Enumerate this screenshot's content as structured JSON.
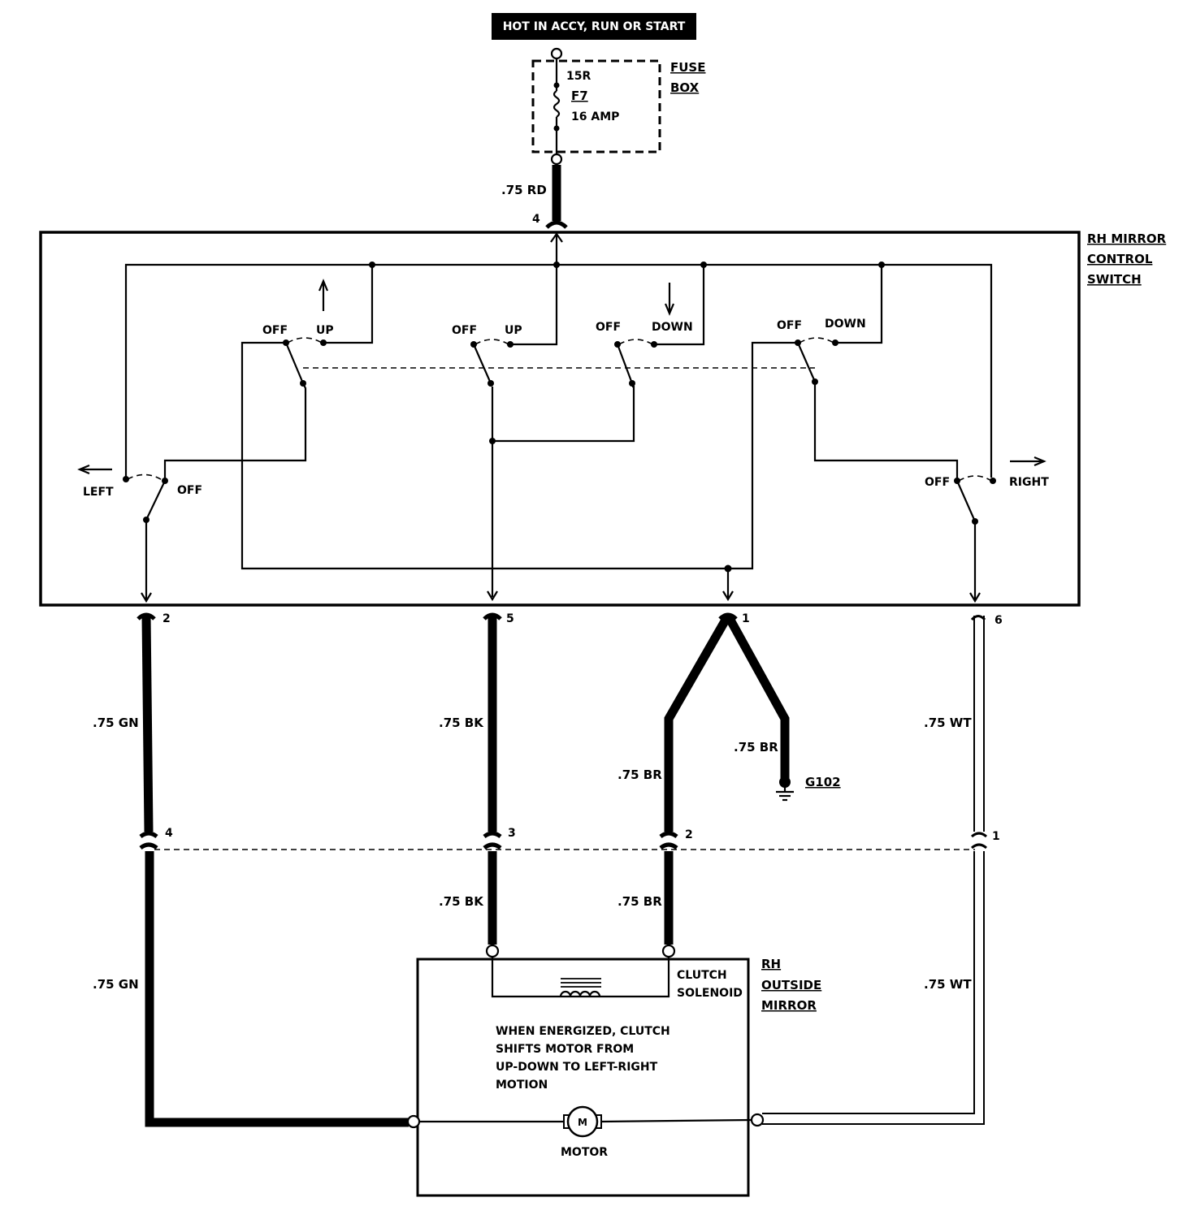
{
  "power": {
    "label": "HOT IN ACCY, RUN OR START"
  },
  "fuse_box": {
    "title_line1": "FUSE",
    "title_line2": "BOX",
    "terminal": "15R",
    "fuse_name": "F7",
    "fuse_rating": "16 AMP"
  },
  "wires": {
    "feed": ".75 RD",
    "left_upper": ".75 GN",
    "left_lower": ".75 GN",
    "bk_upper": ".75 BK",
    "bk_lower": ".75 BK",
    "br_upper": ".75 BR",
    "br_ground": ".75 BR",
    "br_lower": ".75 BR",
    "wt_upper": ".75 WT",
    "wt_lower": ".75 WT"
  },
  "ground": {
    "label": "G102"
  },
  "switch": {
    "title_line1": "RH MIRROR",
    "title_line2": "CONTROL",
    "title_line3": "SWITCH",
    "pins": {
      "feed": "4",
      "left": "2",
      "bk": "5",
      "br": "1",
      "wt": "6"
    },
    "positions": {
      "sw1_off": "OFF",
      "sw1_up": "UP",
      "sw2_off": "OFF",
      "sw2_up": "UP",
      "sw3_off": "OFF",
      "sw3_down": "DOWN",
      "sw4_off": "OFF",
      "sw4_down": "DOWN",
      "left": "LEFT",
      "left_off": "OFF",
      "right_off": "OFF",
      "right": "RIGHT"
    }
  },
  "connector": {
    "pin_gn": "4",
    "pin_bk": "3",
    "pin_br": "2",
    "pin_wt": "1"
  },
  "mirror": {
    "title_line1": "RH",
    "title_line2": "OUTSIDE",
    "title_line3": "MIRROR",
    "clutch_line1": "CLUTCH",
    "clutch_line2": "SOLENOID",
    "note_line1": "WHEN ENERGIZED, CLUTCH",
    "note_line2": "SHIFTS MOTOR FROM",
    "note_line3": "UP-DOWN TO LEFT-RIGHT",
    "note_line4": "MOTION",
    "motor_symbol": "M",
    "motor_label": "MOTOR"
  }
}
